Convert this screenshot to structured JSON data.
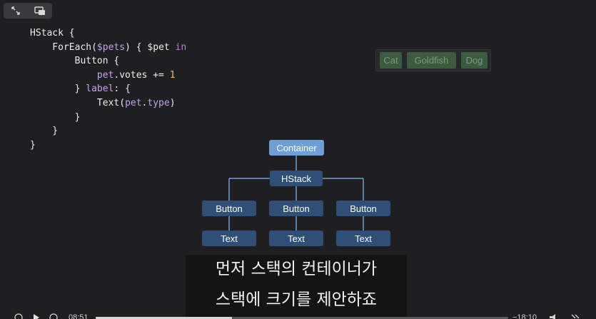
{
  "toolbar": {
    "resize_icon": "expand-arrows-icon",
    "pip_icon": "picture-in-picture-icon"
  },
  "code_lines": [
    [
      {
        "t": "HStack {",
        "c": "plain"
      }
    ],
    [
      {
        "t": "    ForEach(",
        "c": "plain"
      },
      {
        "t": "$pets",
        "c": "var"
      },
      {
        "t": ") { $pet ",
        "c": "plain"
      },
      {
        "t": "in",
        "c": "kw"
      }
    ],
    [
      {
        "t": "        Button {",
        "c": "plain"
      }
    ],
    [
      {
        "t": "            ",
        "c": "plain"
      },
      {
        "t": "pet",
        "c": "var"
      },
      {
        "t": ".votes += ",
        "c": "plain"
      },
      {
        "t": "1",
        "c": "num"
      }
    ],
    [
      {
        "t": "        } ",
        "c": "plain"
      },
      {
        "t": "label",
        "c": "var"
      },
      {
        "t": ": {",
        "c": "plain"
      }
    ],
    [
      {
        "t": "            Text(",
        "c": "plain"
      },
      {
        "t": "pet",
        "c": "var"
      },
      {
        "t": ".",
        "c": "plain"
      },
      {
        "t": "type",
        "c": "var"
      },
      {
        "t": ")",
        "c": "plain"
      }
    ],
    [
      {
        "t": "        }",
        "c": "plain"
      }
    ],
    [
      {
        "t": "    }",
        "c": "plain"
      }
    ],
    [
      {
        "t": "}",
        "c": "plain"
      }
    ]
  ],
  "preview": {
    "buttons": [
      "Cat",
      "Goldfish",
      "Dog"
    ]
  },
  "diagram": {
    "container": "Container",
    "hstack": "HStack",
    "buttons": [
      "Button",
      "Button",
      "Button"
    ],
    "texts": [
      "Text",
      "Text",
      "Text"
    ],
    "colors": {
      "container": "#6f9fd6",
      "node": "#2f4f78",
      "line": "#6f9fd6"
    }
  },
  "subtitles": {
    "line1": "먼저 스택의 컨테이너가",
    "line2": "스택에 크기를 제안하죠"
  },
  "player": {
    "elapsed": "08:51",
    "remaining": "−18:10",
    "progress": 0.33
  }
}
